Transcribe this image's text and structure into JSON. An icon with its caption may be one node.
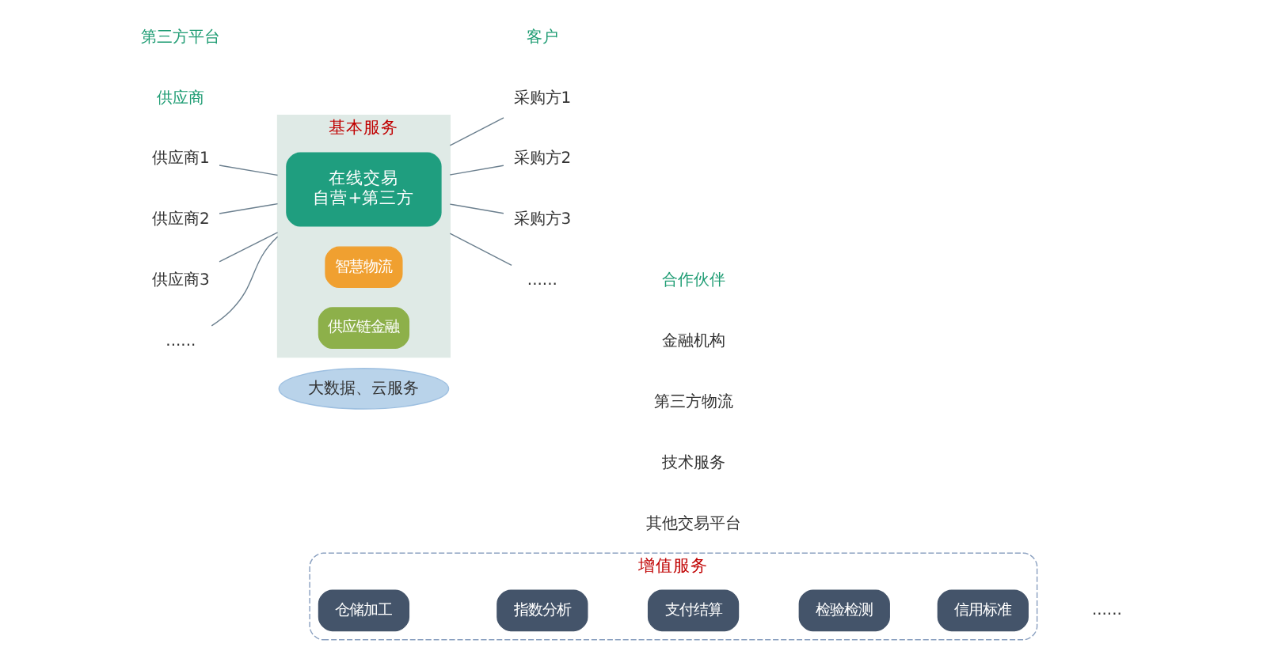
{
  "diagram": {
    "nodes": [
      {
        "text": [
          "供应商1"
        ]
      },
      {
        "text": [
          "供应商2"
        ]
      },
      {
        "text": [
          "供应商3"
        ]
      },
      {
        "text": [
          "......"
        ]
      },
      {
        "text": [
          "基本服务"
        ]
      },
      {
        "text": [
          "在线交易",
          "自营+第三方"
        ],
        "in": 4
      },
      {
        "text": [
          "智慧物流"
        ],
        "in": 4
      },
      {
        "text": [
          "供应链金融"
        ],
        "in": 4
      },
      {
        "text": [
          "采购方1"
        ]
      },
      {
        "text": [
          "采购方2"
        ]
      },
      {
        "text": [
          "采购方3"
        ]
      },
      {
        "text": [
          "......"
        ]
      },
      {
        "text": [
          "大数据、云服务"
        ]
      },
      {
        "text": [
          "增值服务"
        ]
      },
      {
        "text": [
          "仓储加工"
        ],
        "in": 13
      },
      {
        "text": [
          "指数分析"
        ],
        "in": 13
      },
      {
        "text": [
          "支付结算"
        ],
        "in": 13
      },
      {
        "text": [
          "检验检测"
        ],
        "in": 13
      },
      {
        "text": [
          "信用标准"
        ],
        "in": 13
      }
    ],
    "edges": [
      {
        "from": 0,
        "to": 4,
        "arrow": "none"
      },
      {
        "from": 1,
        "to": 4,
        "arrow": "none"
      },
      {
        "from": 2,
        "to": 4,
        "arrow": "none"
      },
      {
        "from": 3,
        "to": 4,
        "arrow": "none"
      },
      {
        "from": 4,
        "to": 8,
        "arrow": "none"
      },
      {
        "from": 4,
        "to": 9,
        "arrow": "none"
      },
      {
        "from": 4,
        "to": 10,
        "arrow": "none"
      },
      {
        "from": 4,
        "to": 11,
        "arrow": "none"
      }
    ],
    "labels": [
      "供应商",
      "第三方平台",
      "客户",
      "合作伙伴",
      "金融机构",
      "第三方物流",
      "技术服务",
      "其他交易平台",
      "......"
    ]
  }
}
